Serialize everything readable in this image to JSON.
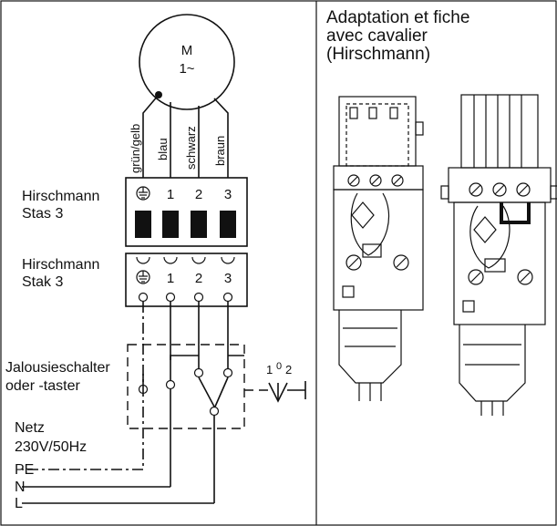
{
  "motor": {
    "letter": "M",
    "phase": "1~"
  },
  "wires": [
    "grün/gelb",
    "blau",
    "schwarz",
    "braun"
  ],
  "plug_labels": [
    "Hirschmann",
    "Stas 3"
  ],
  "socket_labels": [
    "Hirschmann",
    "Stak 3"
  ],
  "pin_numbers": [
    "1",
    "2",
    "3"
  ],
  "switch_labels": [
    "Jalousieschalter",
    "oder -taster"
  ],
  "switch_positions": [
    "1",
    "0",
    "2"
  ],
  "mains_labels": [
    "Netz",
    "230V/50Hz"
  ],
  "conductors": [
    "PE",
    "N",
    "L"
  ],
  "heading": [
    "Adaptation et fiche",
    "avec cavalier",
    "(Hirschmann)"
  ]
}
